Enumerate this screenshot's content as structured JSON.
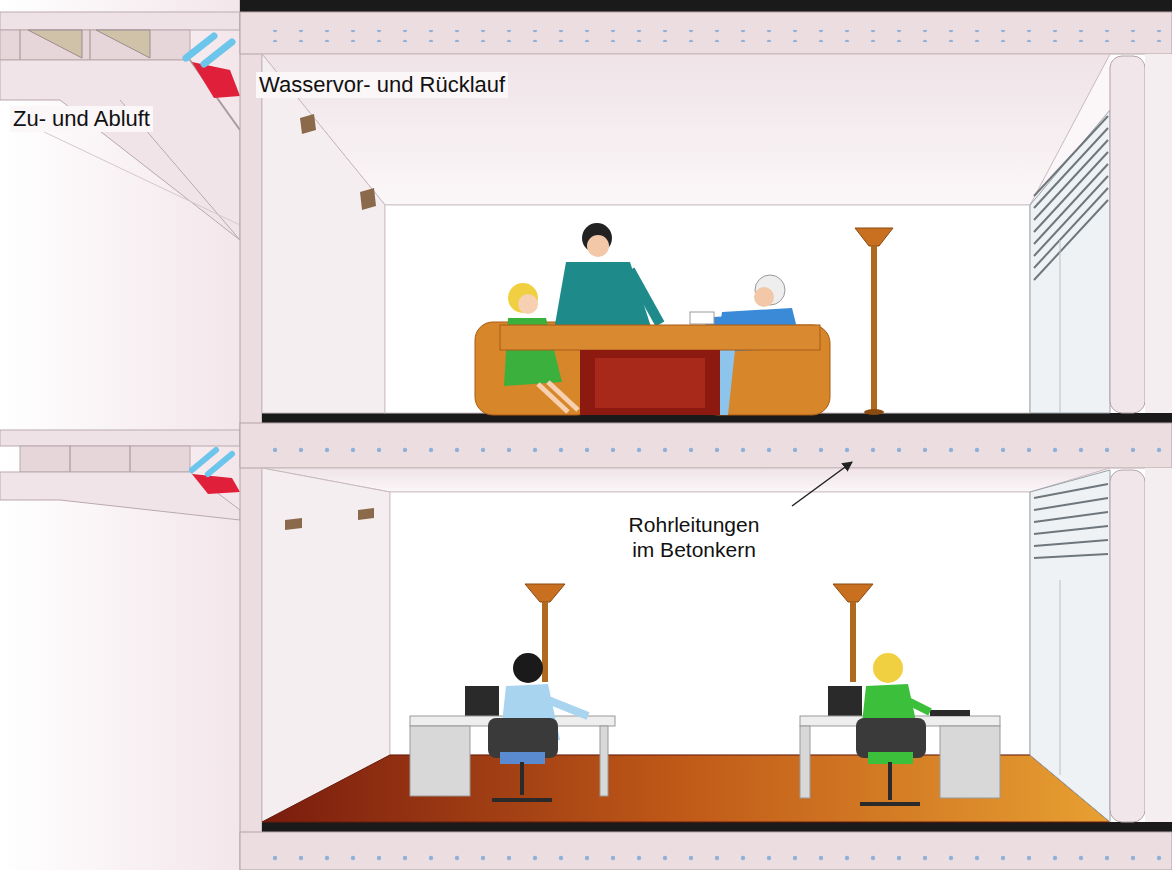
{
  "diagram": {
    "labels": [
      "Wasservor- und Rücklauf",
      "Zu- und Abluft",
      "Rohrleitungen im Betonkern"
    ]
  }
}
